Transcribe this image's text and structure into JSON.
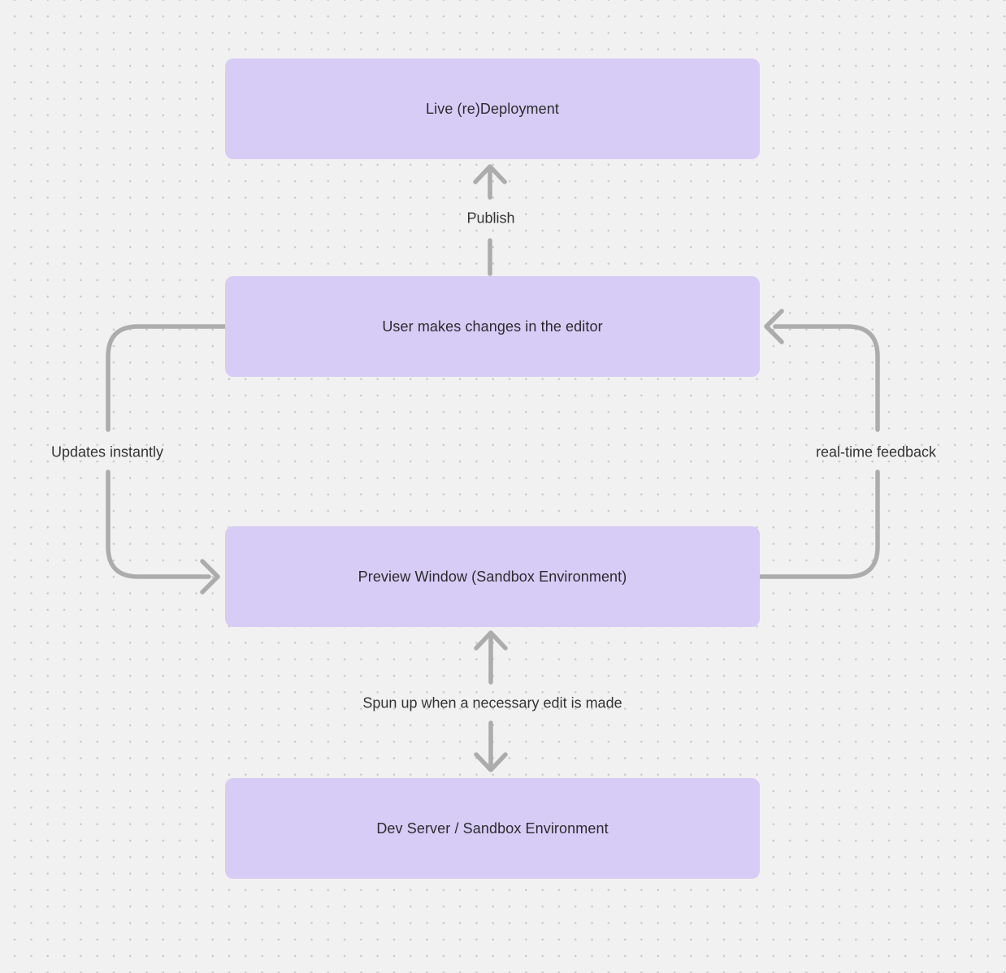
{
  "diagram": {
    "nodes": [
      {
        "id": "live-redeployment",
        "label": "Live (re)Deployment"
      },
      {
        "id": "user-changes",
        "label": "User makes changes in the editor"
      },
      {
        "id": "preview-window",
        "label": "Preview Window (Sandbox Environment)"
      },
      {
        "id": "dev-server",
        "label": "Dev Server / Sandbox Environment"
      }
    ],
    "edges": [
      {
        "id": "publish",
        "label": "Publish",
        "from": "user-changes",
        "to": "live-redeployment",
        "direction": "up"
      },
      {
        "id": "updates-instantly",
        "label": "Updates instantly",
        "from": "user-changes",
        "to": "preview-window",
        "direction": "left-loop"
      },
      {
        "id": "realtime-feedback",
        "label": "real-time feedback",
        "from": "preview-window",
        "to": "user-changes",
        "direction": "right-loop"
      },
      {
        "id": "spun-up",
        "label": "Spun up when a necessary edit is made",
        "from": "dev-server",
        "to": "preview-window",
        "direction": "bidirectional"
      }
    ],
    "colors": {
      "background": "#f2f1f1",
      "dot_grid": "#c9c7c7",
      "node_fill": "#d7ccf6",
      "arrow": "#acacac",
      "text": "#2b2b2d"
    }
  }
}
